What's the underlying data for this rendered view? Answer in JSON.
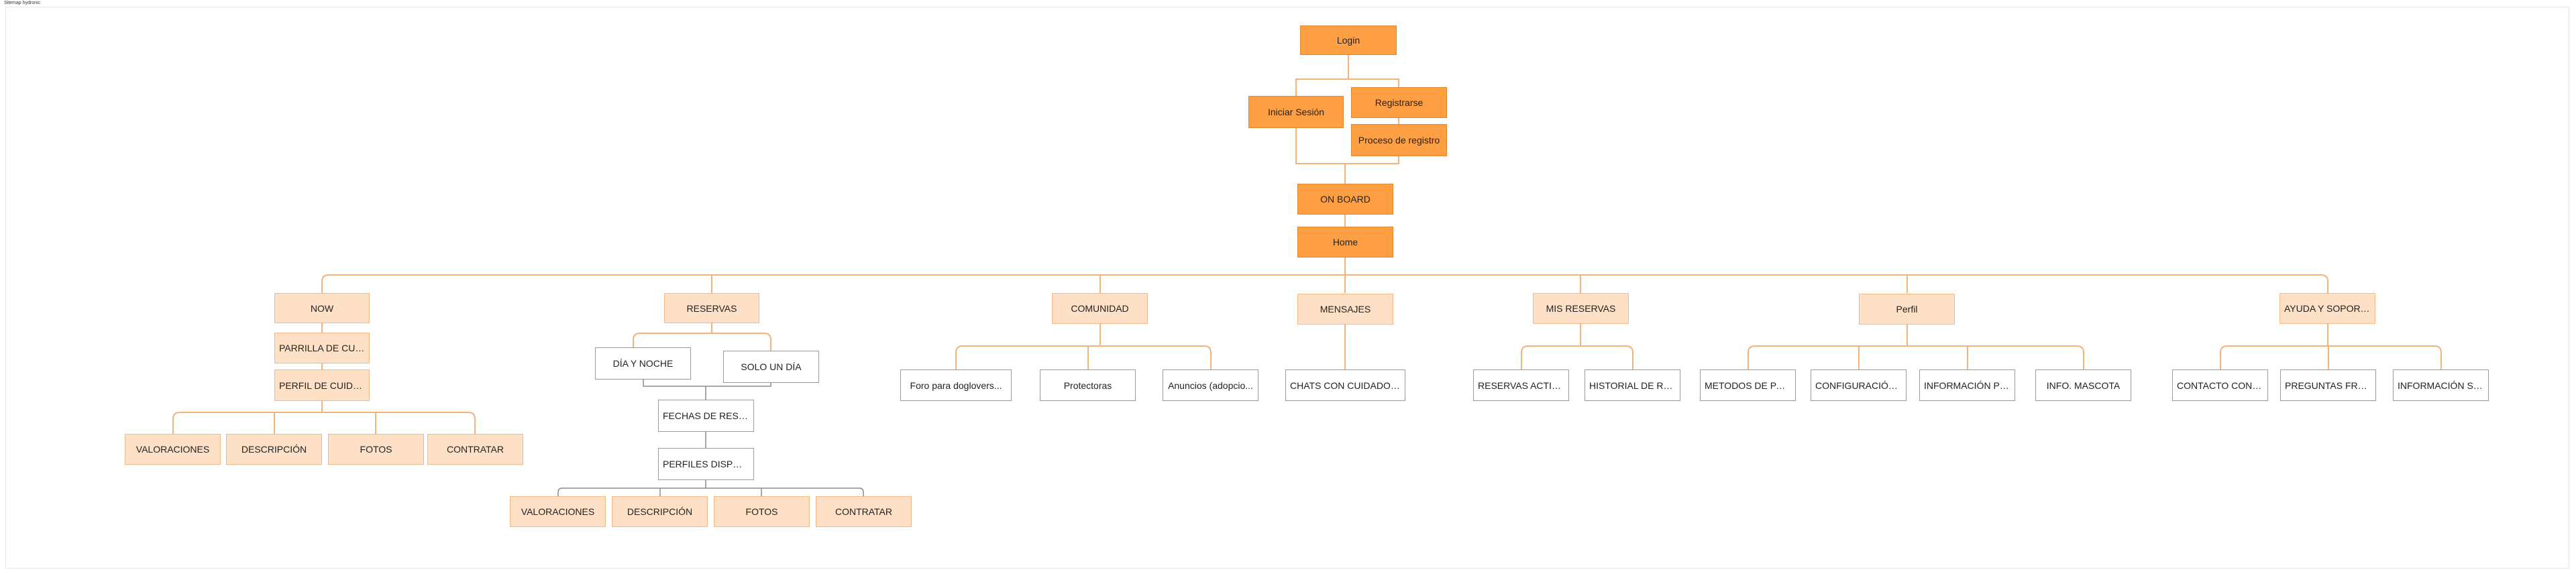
{
  "frame_label": "Sitemap hydronic",
  "colors": {
    "primary": "#ff9f43",
    "secondary": "#fde0c6",
    "outline": "#9a9a9a",
    "connector": "#f7b27a"
  },
  "nodes": {
    "login": "Login",
    "iniciar_sesion": "Iniciar Sesión",
    "registrarse": "Registrarse",
    "proceso_registro": "Proceso de registro",
    "on_board": "ON BOARD",
    "home": "Home",
    "now": "NOW",
    "parrilla": "PARRILLA DE CUID...",
    "perfil_cuidador": "PERFIL DE CUIDAD...",
    "now_valoraciones": "VALORACIONES",
    "now_descripcion": "DESCRIPCIÓN",
    "now_fotos": "FOTOS",
    "now_contratar": "CONTRATAR",
    "reservas": "RESERVAS",
    "dia_noche": "DÍA Y NOCHE",
    "solo_dia": "SOLO UN DÍA",
    "fechas_reserva": "FECHAS DE RESERA",
    "perfiles_disponibles": "PERFILES DISPONI...",
    "res_valoraciones": "VALORACIONES",
    "res_descripcion": "DESCRIPCIÓN",
    "res_fotos": "FOTOS",
    "res_contratar": "CONTRATAR",
    "comunidad": "COMUNIDAD",
    "foro": "Foro para doglovers...",
    "protectoras": "Protectoras",
    "anuncios": "Anuncios (adopcio...",
    "mensajes": "MENSAJES",
    "chats": "CHATS CON CUIDADORES",
    "mis_reservas": "MIS RESERVAS",
    "reservas_activas": "RESERVAS ACTIVAS",
    "historial": "HISTORIAL DE RES...",
    "perfil": "Perfil",
    "metodos_pago": "METODOS DE PAGO",
    "configuracion": "CONFIGURACIÓN...",
    "informacion_personal": "INFORMACIÓN PER...",
    "info_mascota": "INFO. MASCOTA",
    "ayuda": "AYUDA Y SOPORTE",
    "contacto": "CONTACTO CON S...",
    "preguntas": "PREGUNTAS FREC...",
    "informacion_so": "INFORMACIÓN SO..."
  }
}
